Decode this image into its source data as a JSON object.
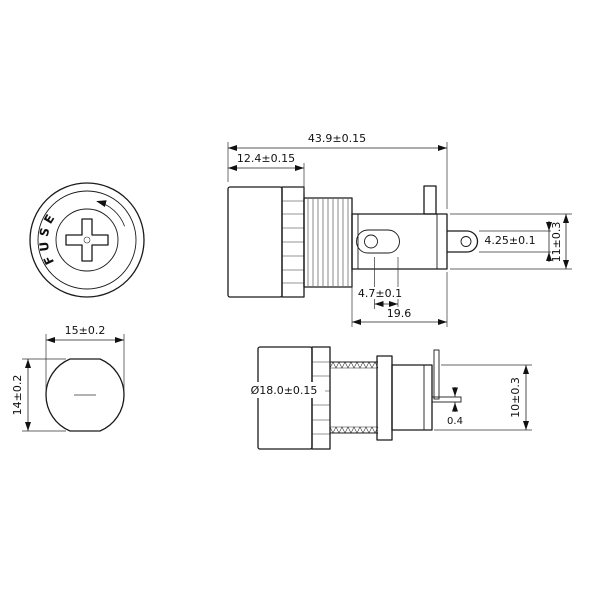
{
  "drawing": {
    "background": "#ffffff",
    "line_color": "#1a1a1a",
    "cap_view": {
      "label": "FUSE"
    },
    "assembly_view": {
      "dim_overall": "43.9±0.15",
      "dim_cap": "12.4±0.15",
      "dim_terminal_width": "4.25±0.1",
      "dim_body_dia": "11±0.3",
      "dim_slot": "4.7±0.1",
      "dim_body_len": "19.6"
    },
    "nut_view": {
      "dim_width": "15±0.2",
      "dim_height": "14±0.2"
    },
    "body_view": {
      "dim_thread_dia": "Ø18.0±0.15",
      "dim_terminal_thickness": "0.4",
      "dim_body_dia": "10±0.3"
    }
  }
}
